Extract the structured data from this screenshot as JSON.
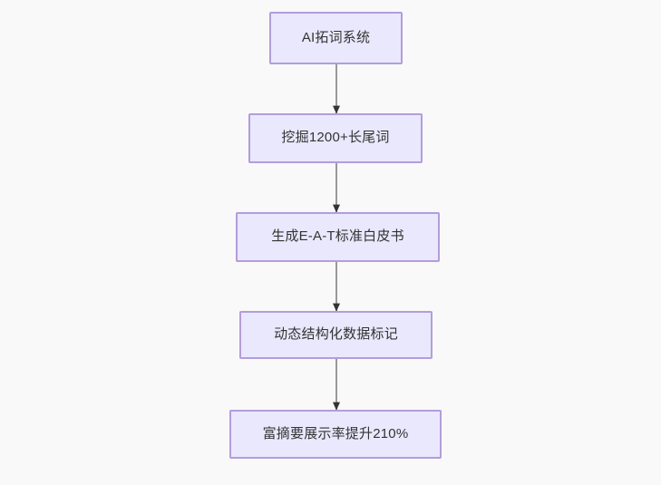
{
  "diagram": {
    "type": "flowchart",
    "orientation": "top-to-bottom",
    "background_color": "#f9f9f9",
    "node_fill_color": "#eae8fd",
    "node_border_color": "#b39ddb",
    "node_text_color": "#333333",
    "edge_line_color": "#999999",
    "edge_arrow_color": "#333333",
    "nodes": [
      {
        "id": "n1",
        "label": "AI拓词系统"
      },
      {
        "id": "n2",
        "label": "挖掘1200+长尾词"
      },
      {
        "id": "n3",
        "label": "生成E-A-T标准白皮书"
      },
      {
        "id": "n4",
        "label": "动态结构化数据标记"
      },
      {
        "id": "n5",
        "label": "富摘要展示率提升210%"
      }
    ],
    "edges": [
      {
        "from": "n1",
        "to": "n2",
        "label": ""
      },
      {
        "from": "n2",
        "to": "n3",
        "label": ""
      },
      {
        "from": "n3",
        "to": "n4",
        "label": ""
      },
      {
        "from": "n4",
        "to": "n5",
        "label": ""
      }
    ]
  }
}
